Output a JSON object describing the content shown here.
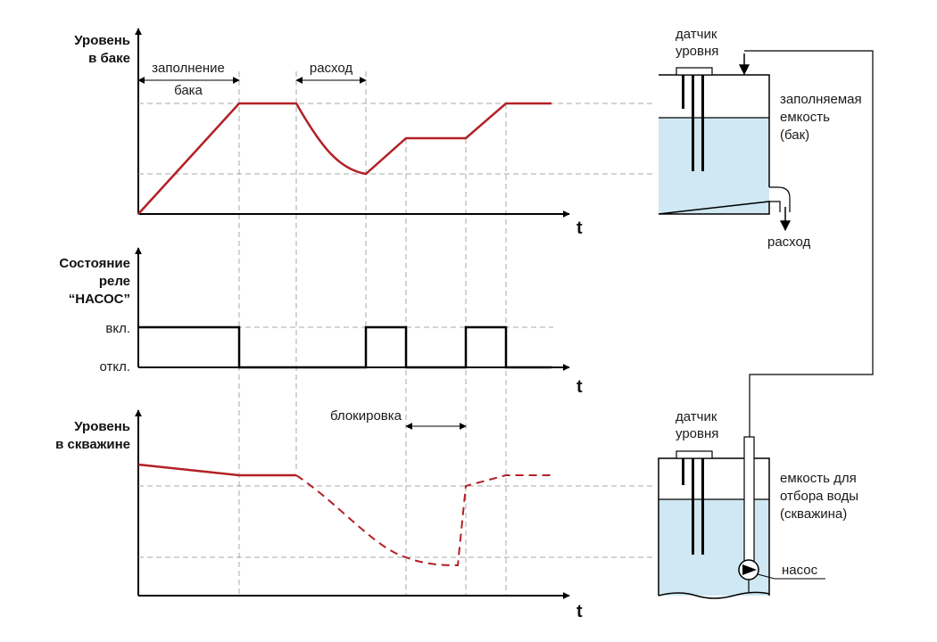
{
  "graphs": {
    "tank_level": {
      "ylabel_lines": [
        "Уровень",
        "в баке"
      ],
      "xlabel": "t",
      "fill_label_lines": [
        "заполнение",
        "бака"
      ],
      "discharge_label": "расход"
    },
    "relay_state": {
      "ylabel_lines": [
        "Состояние",
        "реле",
        "“НАСОС”"
      ],
      "xlabel": "t",
      "on_label": "вкл.",
      "off_label": "откл."
    },
    "well_level": {
      "ylabel_lines": [
        "Уровень",
        "в скважине"
      ],
      "xlabel": "t",
      "block_label": "блокировка"
    }
  },
  "schematic": {
    "tank": {
      "sensor_label_lines": [
        "датчик",
        "уровня"
      ],
      "tank_label_lines": [
        "заполняемая",
        "емкость",
        "(бак)"
      ],
      "outflow_label": "расход"
    },
    "well": {
      "sensor_label_lines": [
        "датчик",
        "уровня"
      ],
      "well_label_lines": [
        "емкость для",
        "отбора воды",
        "(скважина)"
      ],
      "pump_label": "насос"
    }
  },
  "colors": {
    "curve": "#b32025",
    "water": "#cfe8f3",
    "grid": "#a8a8a8"
  }
}
